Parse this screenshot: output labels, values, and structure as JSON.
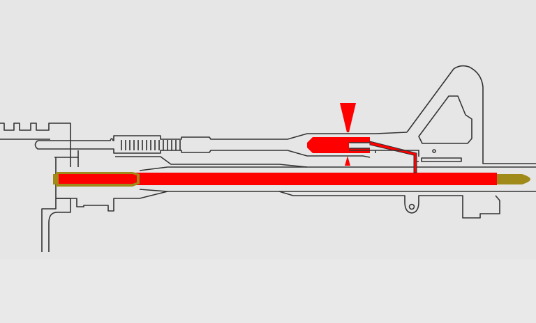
{
  "diagram": {
    "colors": {
      "background": "#e6e6e6",
      "outline": "#333333",
      "gas": "#ff0000",
      "brass": "#a08a1a"
    },
    "parts": [
      "receiver",
      "gas-tube",
      "action-spring",
      "barrel",
      "cartridge-case",
      "gas-block",
      "gas-port",
      "front-sight",
      "bullet"
    ]
  }
}
